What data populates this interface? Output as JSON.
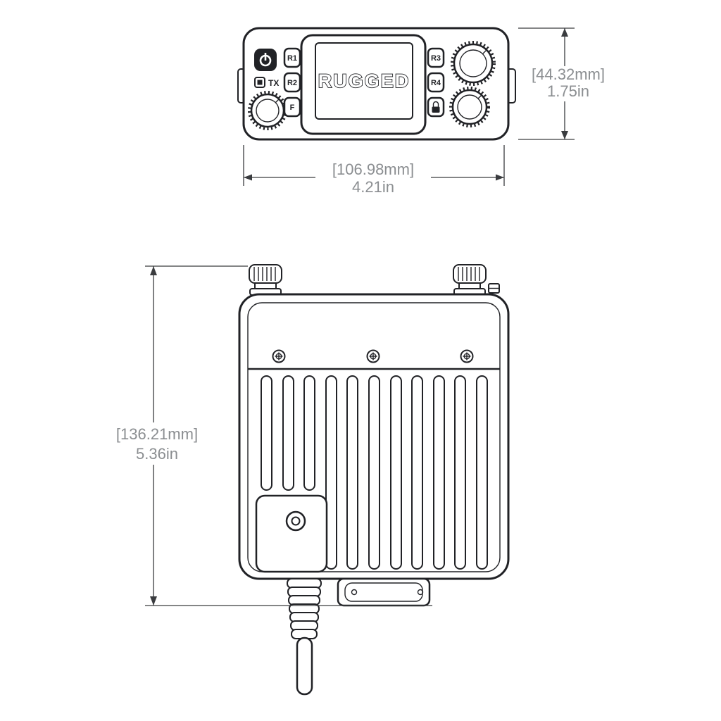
{
  "colors": {
    "line": "#212226",
    "dim_line": "#3a3c3f",
    "dim_text": "#8b8e91",
    "bg": "#ffffff"
  },
  "front_view": {
    "brand": "RUGGED",
    "tx_label": "TX",
    "buttons": {
      "r1": "R1",
      "r2": "R2",
      "f": "F",
      "r3": "R3",
      "r4": "R4"
    }
  },
  "dimensions": {
    "front_height": {
      "mm": "[44.32mm]",
      "inches": "1.75in"
    },
    "front_width": {
      "mm": "[106.98mm]",
      "inches": "4.21in"
    },
    "body_height": {
      "mm": "[136.21mm]",
      "inches": "5.36in"
    }
  }
}
